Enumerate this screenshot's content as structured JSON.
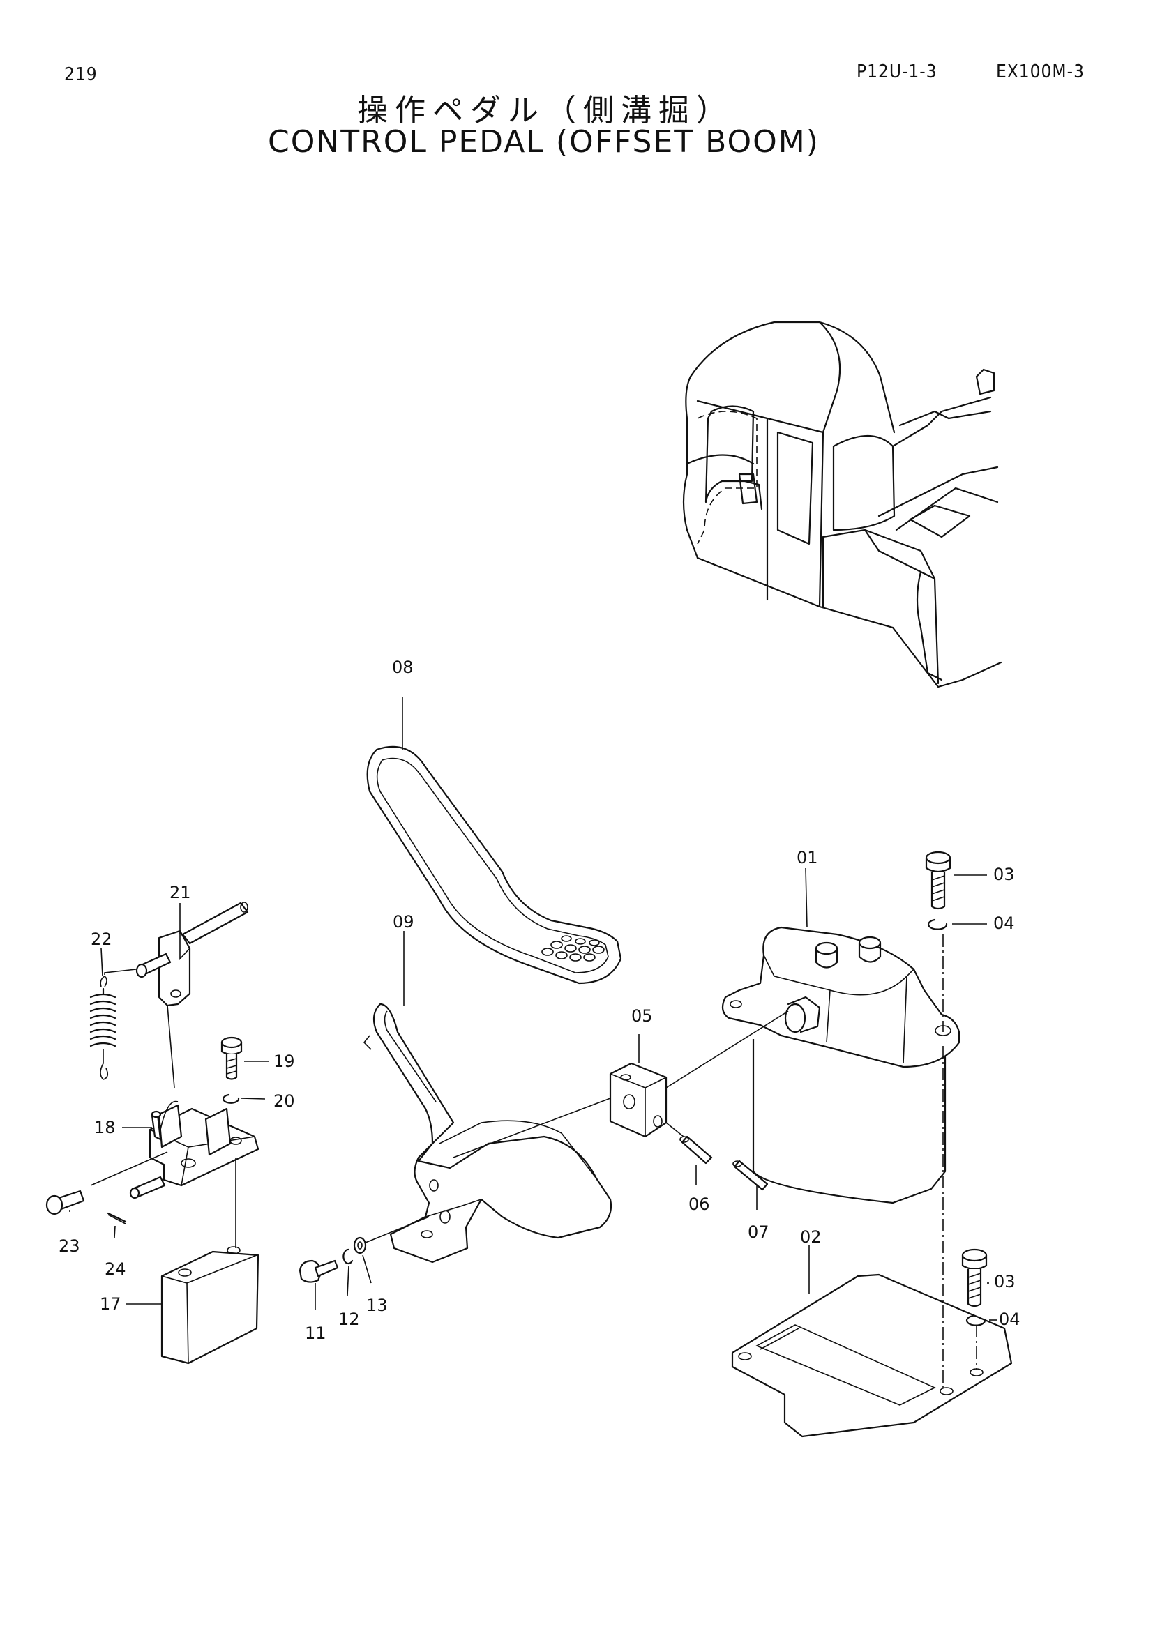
{
  "header": {
    "page_number": "219",
    "document_code": "P12U-1-3",
    "model": "EX100M-3"
  },
  "title": {
    "japanese": "操作ペダル（側溝掘）",
    "english": "CONTROL PEDAL (OFFSET BOOM)"
  },
  "part_labels": {
    "p01": "01",
    "p02": "02",
    "p03a": "03",
    "p03b": "03",
    "p04a": "04",
    "p04b": "04",
    "p05": "05",
    "p06": "06",
    "p07": "07",
    "p08": "08",
    "p09": "09",
    "p11": "11",
    "p12": "12",
    "p13": "13",
    "p17": "17",
    "p18": "18",
    "p19": "19",
    "p20": "20",
    "p21": "21",
    "p22": "22",
    "p23": "23",
    "p24": "24"
  }
}
